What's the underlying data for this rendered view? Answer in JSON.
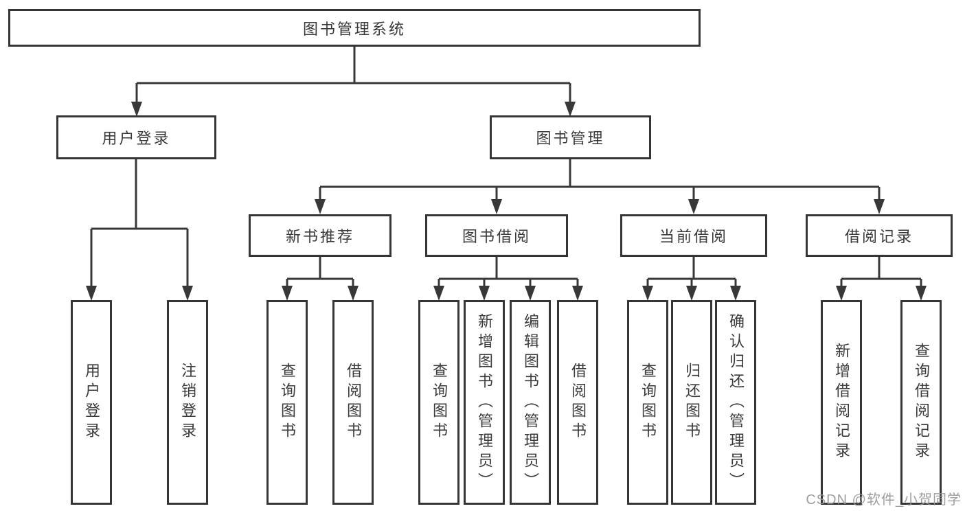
{
  "diagram": {
    "root": {
      "label": "图书管理系统"
    },
    "branches": [
      {
        "label": "用户登录",
        "children": [
          {
            "label": "用户登录"
          },
          {
            "label": "注销登录"
          }
        ]
      },
      {
        "label": "图书管理",
        "sections": [
          {
            "label": "新书推荐",
            "children": [
              {
                "label": "查询图书"
              },
              {
                "label": "借阅图书"
              }
            ]
          },
          {
            "label": "图书借阅",
            "children": [
              {
                "label": "查询图书"
              },
              {
                "label": "新增图书（管理员）"
              },
              {
                "label": "编辑图书（管理员）"
              },
              {
                "label": "借阅图书"
              }
            ]
          },
          {
            "label": "当前借阅",
            "children": [
              {
                "label": "查询图书"
              },
              {
                "label": "归还图书"
              },
              {
                "label": "确认归还（管理员）"
              }
            ]
          },
          {
            "label": "借阅记录",
            "children": [
              {
                "label": "新增借阅记录"
              },
              {
                "label": "查询借阅记录"
              }
            ]
          }
        ]
      }
    ]
  },
  "watermark": {
    "text": "CSDN @软件_小贺同学"
  },
  "colors": {
    "line": "#383838",
    "text": "#3a3a3a",
    "background": "#ffffff",
    "watermark": "#969696"
  }
}
